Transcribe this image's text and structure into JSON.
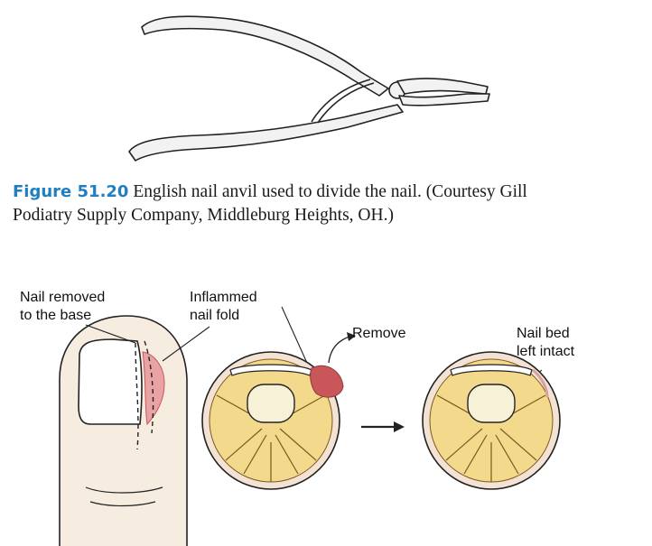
{
  "caption": {
    "figure_label": "Figure 51.20",
    "line1": "English nail anvil used to divide the nail. (Courtesy Gill",
    "line2": "Podiatry Supply Company, Middleburg Heights, OH.)"
  },
  "labels": {
    "nail_removed_line1": "Nail removed",
    "nail_removed_line2": "to the base",
    "inflamed_line1": "Inflammed",
    "inflamed_line2": "nail fold",
    "remove": "Remove",
    "nail_bed_line1": "Nail bed",
    "nail_bed_line2": "left intact"
  },
  "colors": {
    "accent": "#1f7fc0",
    "inflamed": "#c9575a",
    "fat": "#f3d98b",
    "skin": "#f6ece0",
    "bone": "#f7f1d8"
  }
}
